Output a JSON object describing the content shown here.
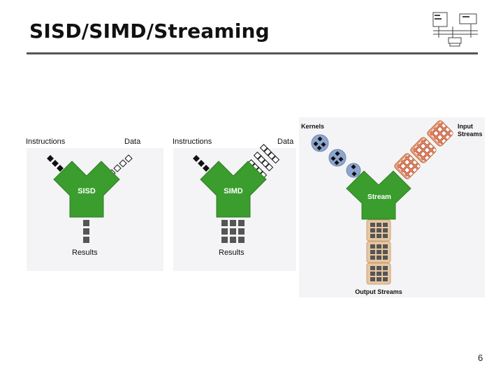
{
  "slide": {
    "title": "SISD/SIMD/Streaming",
    "page_number": "6"
  },
  "sisd": {
    "instructions_label": "Instructions",
    "data_label": "Data",
    "unit_label": "SISD",
    "results_label": "Results"
  },
  "simd": {
    "instructions_label": "Instructions",
    "data_label": "Data",
    "unit_label": "SIMD",
    "results_label": "Results"
  },
  "stream": {
    "kernels_label": "Kernels",
    "input_label_line1": "Input",
    "input_label_line2": "Streams",
    "unit_label": "Stream",
    "output_label": "Output Streams"
  },
  "colors": {
    "unit_green": "#3a9d2e",
    "panel_bg": "#f4f4f6",
    "kernel_blue": "#8ea6cf",
    "stream_orange": "#e8a07a",
    "output_tan": "#e7c6a0"
  }
}
